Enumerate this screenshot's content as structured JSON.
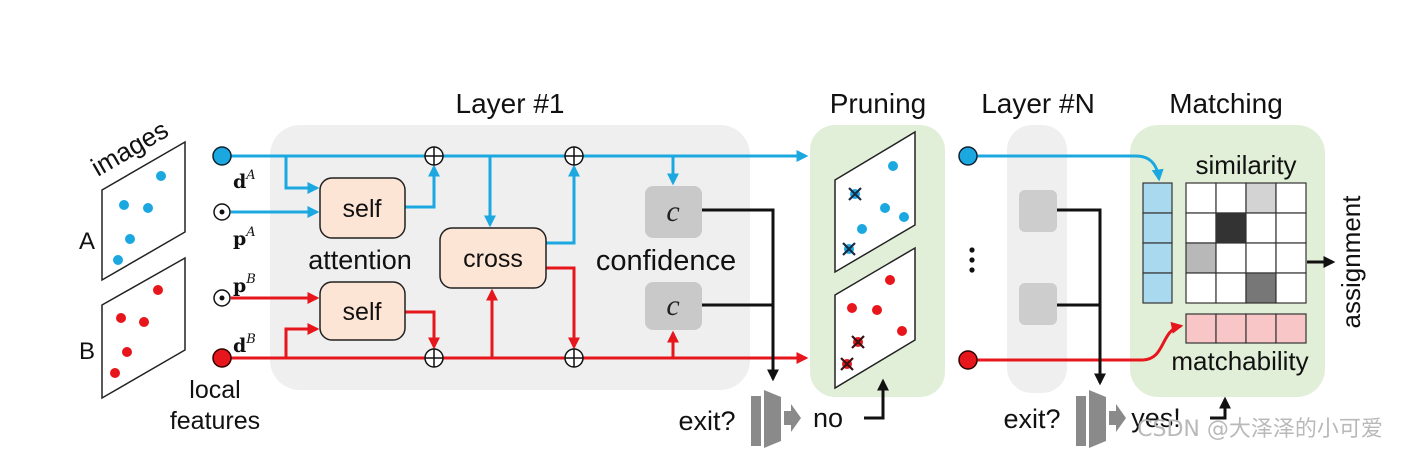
{
  "input": {
    "images_label": "images",
    "image_a_label": "A",
    "image_b_label": "B",
    "local_features_line1": "local",
    "local_features_line2": "features",
    "dA": {
      "base": "d",
      "sup": "A"
    },
    "pA": {
      "base": "p",
      "sup": "A"
    },
    "pB": {
      "base": "p",
      "sup": "B"
    },
    "dB": {
      "base": "d",
      "sup": "B"
    }
  },
  "layer1": {
    "title": "Layer #1",
    "self_top": "self",
    "self_bottom": "self",
    "attention": "attention",
    "cross": "cross",
    "confidence": "confidence",
    "conf_symbol_top": "c",
    "conf_symbol_bottom": "c"
  },
  "exit_1": {
    "label": "exit?",
    "answer": "no",
    "icon": "exit-icon"
  },
  "pruning": {
    "title": "Pruning"
  },
  "layerN": {
    "title": "Layer #N"
  },
  "exit_2": {
    "label": "exit?",
    "answer": "yes!",
    "icon": "exit-icon"
  },
  "matching": {
    "title": "Matching",
    "similarity": "similarity",
    "matchability": "matchability",
    "assignment": "assignment"
  },
  "colors": {
    "image_a_stream": "#1ba8e0",
    "image_b_stream": "#e6161c",
    "attention_block": "#fde5d6",
    "layer_background": "#efefef",
    "pruning_matching_background": "#e2efd8",
    "similarity_column": "#a9d9ee",
    "matchability_row": "#f8c6c6"
  },
  "watermark": "CSDN @大泽泽的小可爱"
}
